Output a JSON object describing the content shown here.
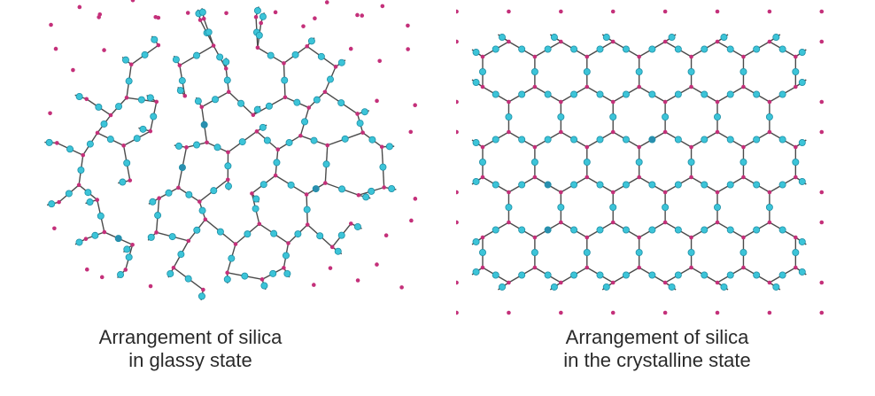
{
  "figure": {
    "glassy": {
      "caption_line1": "Arrangement of silica",
      "caption_line2": "in glassy state",
      "structure": "random network"
    },
    "crystalline": {
      "caption_line1": "Arrangement of silica",
      "caption_line2": "in the crystalline state",
      "structure": "hexagonal lattice"
    }
  },
  "legend_colors": {
    "oxygen_atom": "#3cc4d8",
    "oxygen_atom_highlight": "#2a8fb0",
    "silicon_atom": "#c4307a",
    "bond": "#4a4a4a"
  }
}
